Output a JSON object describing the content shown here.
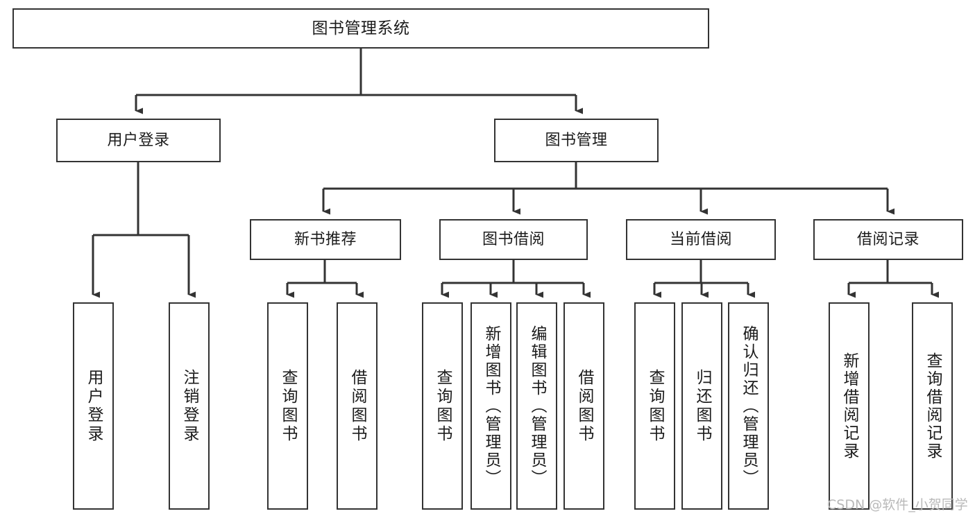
{
  "diagram": {
    "title": "图书管理系统",
    "type": "tree-hierarchy",
    "root": {
      "label": "图书管理系统"
    },
    "level2": [
      {
        "label": "用户登录"
      },
      {
        "label": "图书管理"
      }
    ],
    "level3": [
      {
        "label": "新书推荐"
      },
      {
        "label": "图书借阅"
      },
      {
        "label": "当前借阅"
      },
      {
        "label": "借阅记录"
      }
    ],
    "leaves": {
      "user_login": [
        {
          "label": "用户登录"
        },
        {
          "label": "注销登录"
        }
      ],
      "new_book_recommend": [
        {
          "label": "查询图书"
        },
        {
          "label": "借阅图书"
        }
      ],
      "book_borrow": [
        {
          "label": "查询图书"
        },
        {
          "label": "新增图书（管理员）"
        },
        {
          "label": "编辑图书（管理员）"
        },
        {
          "label": "借阅图书"
        }
      ],
      "current_borrow": [
        {
          "label": "查询图书"
        },
        {
          "label": "归还图书"
        },
        {
          "label": "确认归还（管理员）"
        }
      ],
      "borrow_record": [
        {
          "label": "新增借阅记录"
        },
        {
          "label": "查询借阅记录"
        }
      ]
    }
  },
  "watermark": {
    "text": "CSDN @软件_小贺同学"
  },
  "colors": {
    "stroke": "#333333",
    "background": "#ffffff",
    "text": "#1b1b1b",
    "watermark": "#b9b9b9"
  }
}
